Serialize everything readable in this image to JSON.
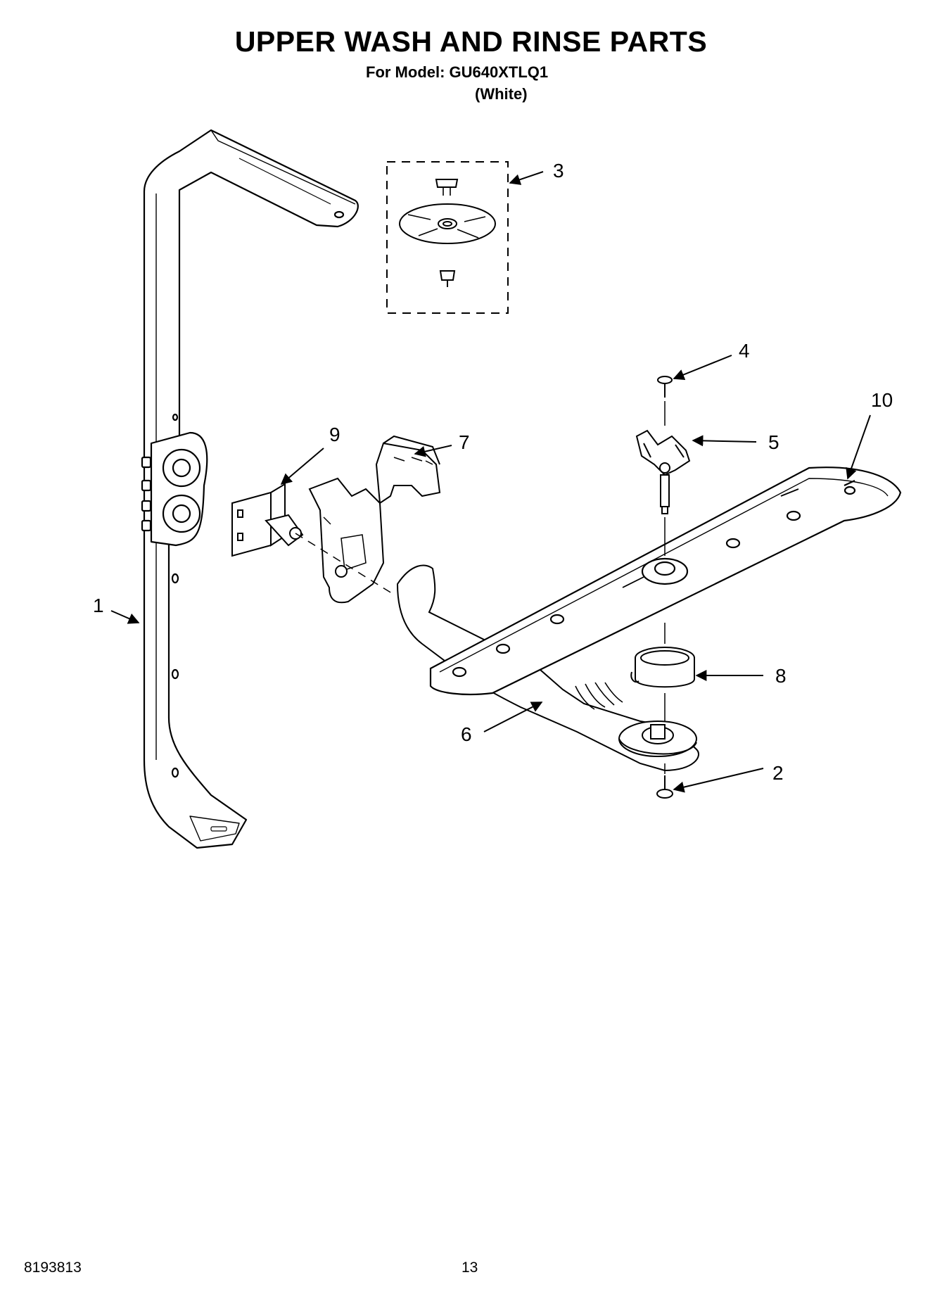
{
  "header": {
    "title": "UPPER WASH AND RINSE PARTS",
    "model": "For Model: GU640XTLQ1",
    "variant": "(White)"
  },
  "callouts": [
    "1",
    "2",
    "3",
    "4",
    "5",
    "6",
    "7",
    "8",
    "9",
    "10"
  ],
  "footer": {
    "document_number": "8193813",
    "page_number": "13"
  }
}
